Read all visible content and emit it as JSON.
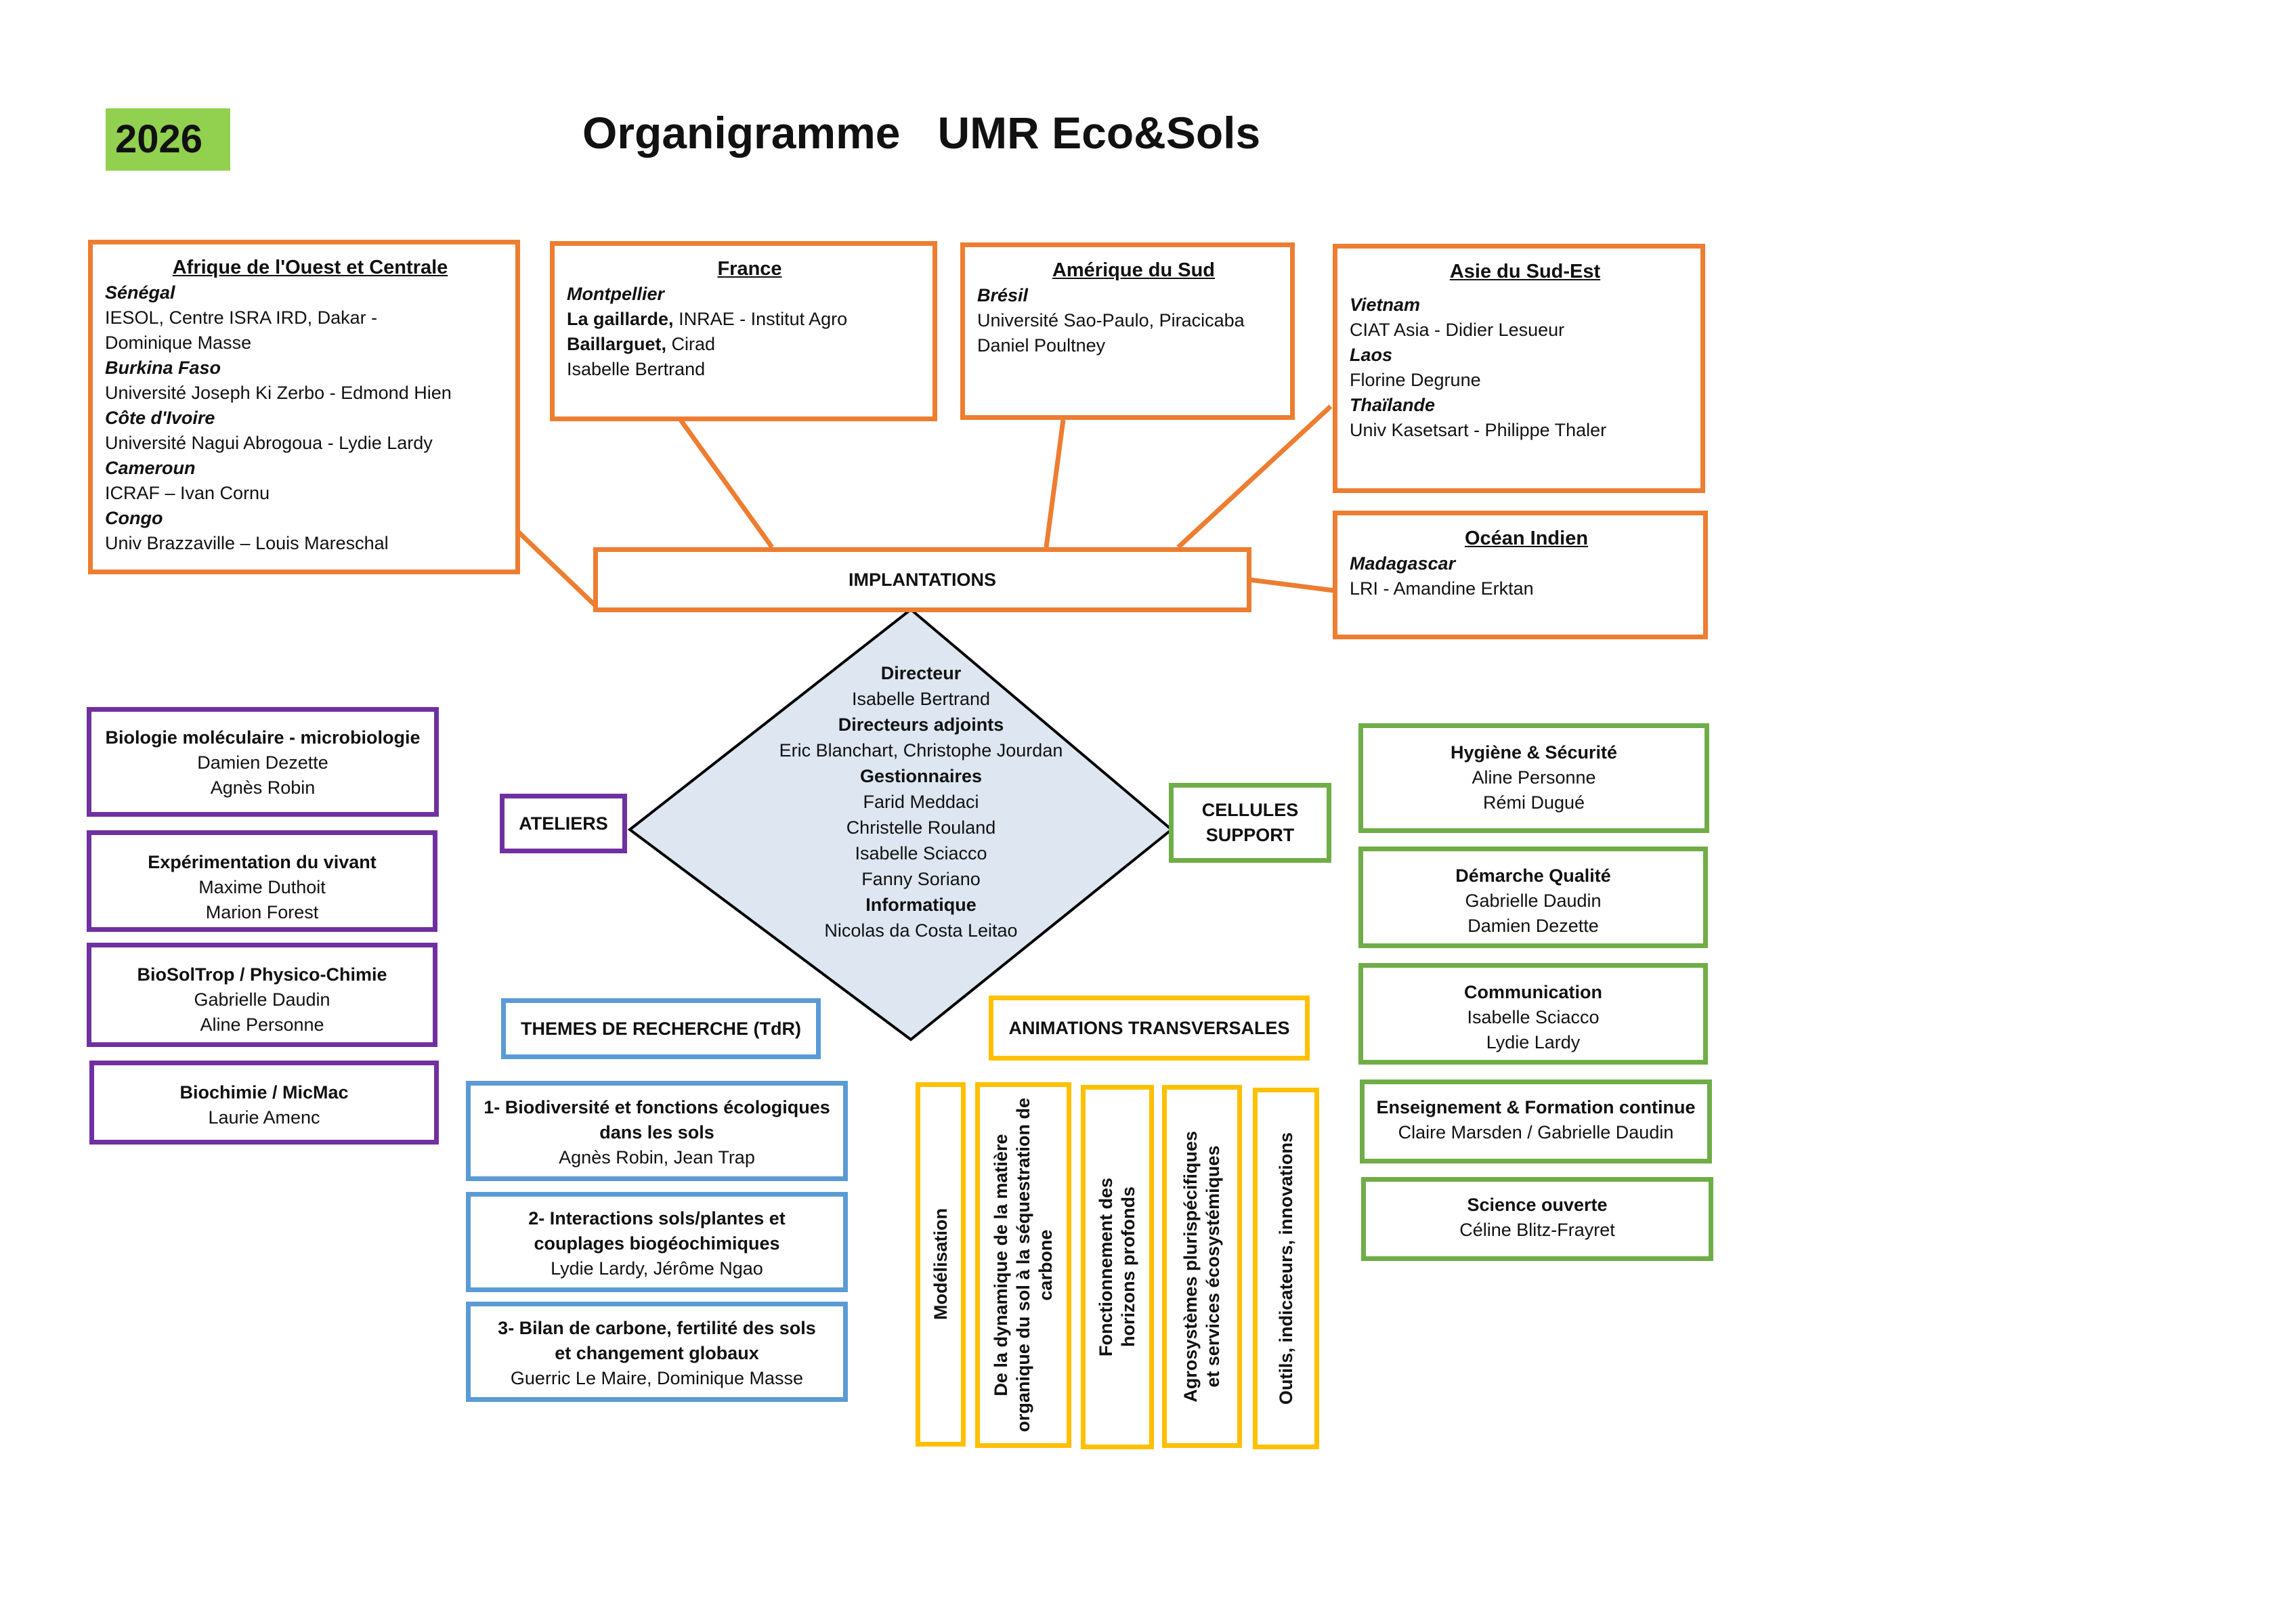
{
  "year": "2026",
  "title": "Organigramme   UMR Eco&Sols",
  "implantations_label": "IMPLANTATIONS",
  "regions": {
    "afrique": {
      "heading": "Afrique de l'Ouest et Centrale",
      "entries": [
        {
          "country": "Sénégal",
          "lines": [
            "IESOL, Centre ISRA IRD, Dakar -",
            "Dominique Masse"
          ]
        },
        {
          "country": "Burkina Faso",
          "lines": [
            "Université Joseph Ki Zerbo - Edmond Hien"
          ]
        },
        {
          "country": "Côte d'Ivoire",
          "lines": [
            "Université Nagui Abrogoua - Lydie Lardy"
          ]
        },
        {
          "country": "Cameroun",
          "lines": [
            "ICRAF – Ivan Cornu"
          ]
        },
        {
          "country": "Congo",
          "lines": [
            "Univ Brazzaville – Louis Mareschal"
          ]
        }
      ]
    },
    "france": {
      "heading": "France",
      "city": "Montpellier",
      "site1_name": "La gaillarde,",
      "site1_rest": " INRAE - Institut Agro",
      "site2_name": "Baillarguet,",
      "site2_rest": " Cirad",
      "person": "Isabelle Bertrand"
    },
    "amerique": {
      "heading": "Amérique du Sud",
      "country": "Brésil",
      "lines": [
        "Université Sao-Paulo, Piracicaba",
        "Daniel Poultney"
      ]
    },
    "asie": {
      "heading": "Asie du Sud-Est",
      "entries": [
        {
          "country": "Vietnam",
          "lines": [
            "CIAT Asia - Didier Lesueur"
          ]
        },
        {
          "country": "Laos",
          "lines": [
            "Florine Degrune"
          ]
        },
        {
          "country": "Thaïlande",
          "lines": [
            "Univ Kasetsart - Philippe Thaler"
          ]
        }
      ]
    },
    "ocean": {
      "heading": "Océan Indien",
      "country": "Madagascar",
      "line": "LRI - Amandine Erktan"
    }
  },
  "direction": {
    "directeur_label": "Directeur",
    "directeur": "Isabelle Bertrand",
    "adjoints_label": "Directeurs adjoints",
    "adjoints": "Eric Blanchart, Christophe Jourdan",
    "gestion_label": "Gestionnaires",
    "gestionnaires": [
      "Farid Meddaci",
      "Christelle Rouland",
      "Isabelle Sciacco",
      "Fanny Soriano"
    ],
    "info_label": "Informatique",
    "informatique": "Nicolas da Costa  Leitao"
  },
  "ateliers_label": "ATELIERS",
  "cellules_label_1": "CELLULES",
  "cellules_label_2": "SUPPORT",
  "ateliers": [
    {
      "title": "Biologie moléculaire - microbiologie",
      "people": [
        "Damien Dezette",
        "Agnès Robin"
      ]
    },
    {
      "title": "Expérimentation du vivant",
      "people": [
        "Maxime Duthoit",
        "Marion Forest"
      ]
    },
    {
      "title": "BioSolTrop / Physico-Chimie",
      "people": [
        "Gabrielle Daudin",
        "Aline Personne"
      ]
    },
    {
      "title": "Biochimie / MicMac",
      "people": [
        "Laurie Amenc"
      ]
    }
  ],
  "cellules": [
    {
      "title": "Hygiène & Sécurité",
      "people": [
        "Aline Personne",
        "Rémi Dugué"
      ]
    },
    {
      "title": "Démarche Qualité",
      "people": [
        "Gabrielle Daudin",
        "Damien Dezette"
      ]
    },
    {
      "title": "Communication",
      "people": [
        "Isabelle Sciacco",
        "Lydie Lardy"
      ]
    },
    {
      "title": "Enseignement & Formation continue",
      "people": [
        "Claire Marsden / Gabrielle Daudin"
      ]
    },
    {
      "title": "Science ouverte",
      "people": [
        "Céline Blitz-Frayret"
      ]
    }
  ],
  "themes_label": "THEMES DE RECHERCHE (TdR)",
  "themes": [
    {
      "title": [
        "1- Biodiversité et fonctions écologiques",
        "dans les sols"
      ],
      "people": "Agnès Robin, Jean Trap"
    },
    {
      "title": [
        "2- Interactions sols/plantes et",
        "couplages  biogéochimiques"
      ],
      "people": "Lydie Lardy, Jérôme Ngao"
    },
    {
      "title": [
        "3- Bilan de carbone, fertilité des sols",
        "et  changement globaux"
      ],
      "people": "Guerric Le  Maire, Dominique Masse"
    }
  ],
  "animations_label": "ANIMATIONS TRANSVERSALES",
  "animations": [
    [
      "Modélisation"
    ],
    [
      "De la dynamique de la matière",
      "organique du sol à la séquestration de",
      "carbone"
    ],
    [
      "Fonctionnement des",
      "horizons  profonds"
    ],
    [
      "Agrosystèmes plurispécifiques",
      "et  services écosystémiques"
    ],
    [
      "Outils, indicateurs, innovations"
    ]
  ],
  "colors": {
    "implantations": "#ed7d31",
    "ateliers": "#7030a0",
    "cellules": "#70ad47",
    "themes": "#5b9bd5",
    "animations": "#ffc000",
    "diamond_fill": "#dde6f1",
    "year_bg": "#92d050"
  }
}
